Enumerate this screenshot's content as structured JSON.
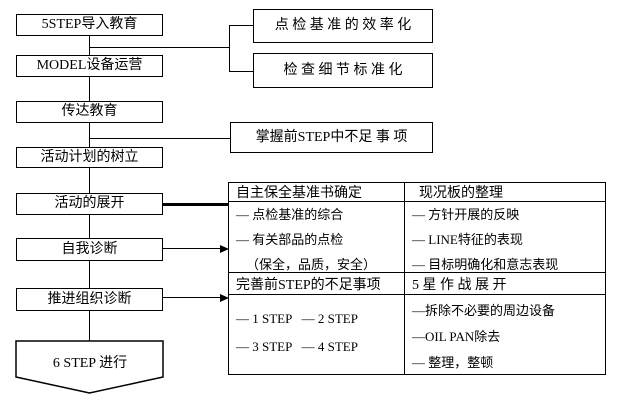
{
  "colors": {
    "line": "#000000",
    "background": "#ffffff",
    "text": "#000000"
  },
  "flow": {
    "steps": [
      "5STEP导入教育",
      "MODEL设备运营",
      "传达教育",
      "活动计划的树立",
      "活动的展开",
      "自我诊断",
      "推进组织诊断"
    ],
    "terminal": "6 STEP 进行",
    "notes": [
      "点 检 基 准 的 效 率 化",
      "检 查 细 节 标 准 化",
      "掌握前STEP中不足 事 项"
    ]
  },
  "table": {
    "sections": [
      {
        "left_header": "自主保全基准书确定",
        "right_header": "现况板的整理",
        "left_items": [
          "— 点检基准的综合",
          "— 有关部品的点检",
          "（保全，品质，安全）"
        ],
        "right_items": [
          "— 方针开展的反映",
          "— LINE特征的表现",
          "— 目标明确化和意志表现"
        ]
      },
      {
        "left_header": "完善前STEP的不足事项",
        "right_header": "5 星 作 战 展 开",
        "left_items": [
          "— 1 STEP   — 2 STEP",
          "— 3 STEP   — 4 STEP"
        ],
        "right_items": [
          "—拆除不必要的周边设备",
          "—OIL PAN除去",
          "— 整理，整顿"
        ]
      }
    ]
  }
}
